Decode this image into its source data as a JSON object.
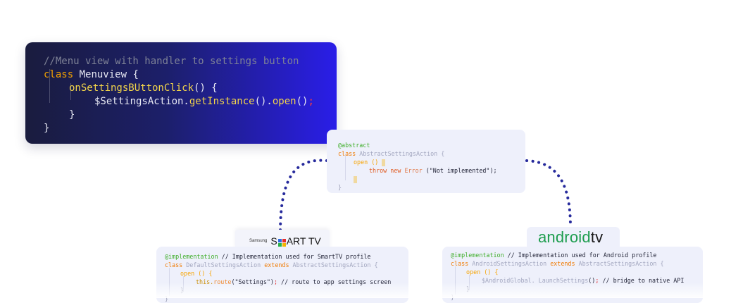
{
  "menu_card": {
    "lines": [
      "//Menu view with handler to settings button",
      "class",
      "Menuview {",
      "onSettingsBUttonClick",
      "() {",
      "$SettingsAction.",
      "getInstance",
      "().",
      "open",
      "()",
      ";",
      "}",
      "}"
    ]
  },
  "abstract_card": {
    "l1": "@abstract",
    "l2_kw": "class",
    "l2_type": "AbstractSettingsAction {",
    "l3_fn": "open ()",
    "l4_kw": "throw new",
    "l4_err": "Error",
    "l4_str": "(\"Not implemented\");",
    "l5": "}"
  },
  "samsung_label": {
    "small": "Samsung",
    "brand_s": "S",
    "brand_rest": "ART TV"
  },
  "android_label": {
    "text_a": "android",
    "text_b": "tv"
  },
  "smarttv_card": {
    "l1_ann": "@implementation",
    "l1_comment": " // Implementation used for SmartTV profile",
    "l2_kw": "class",
    "l2_type": "DefaultSettingsAction",
    "l2_ext": "extends",
    "l2_base": "AbstractSettingsAction {",
    "l3_fn": "open () {",
    "l4_this": "this.",
    "l4_route": "route",
    "l4_args": "(\"Settings\")",
    "l4_semi": ";",
    "l4_comment": " // route to app settings screen",
    "l5": "}",
    "l6": "}"
  },
  "android_card": {
    "l1_ann": "@implementation",
    "l1_comment": " // Implementation used for Android profile",
    "l2_kw": "class",
    "l2_type": "AndroidSettingsAction",
    "l2_ext": "extends",
    "l2_base": "AbstractSettingsAction {",
    "l3_fn": "open () {",
    "l4_global": "$AndroidGlobal. LaunchSettings",
    "l4_args": "()",
    "l4_semi": ";",
    "l4_comment": " // bridge to native API",
    "l5": "}",
    "l6": "}"
  },
  "colors": {
    "dots": "#262a9c",
    "android_green": "#1d9d4e",
    "samsung_dark": "#151515"
  }
}
